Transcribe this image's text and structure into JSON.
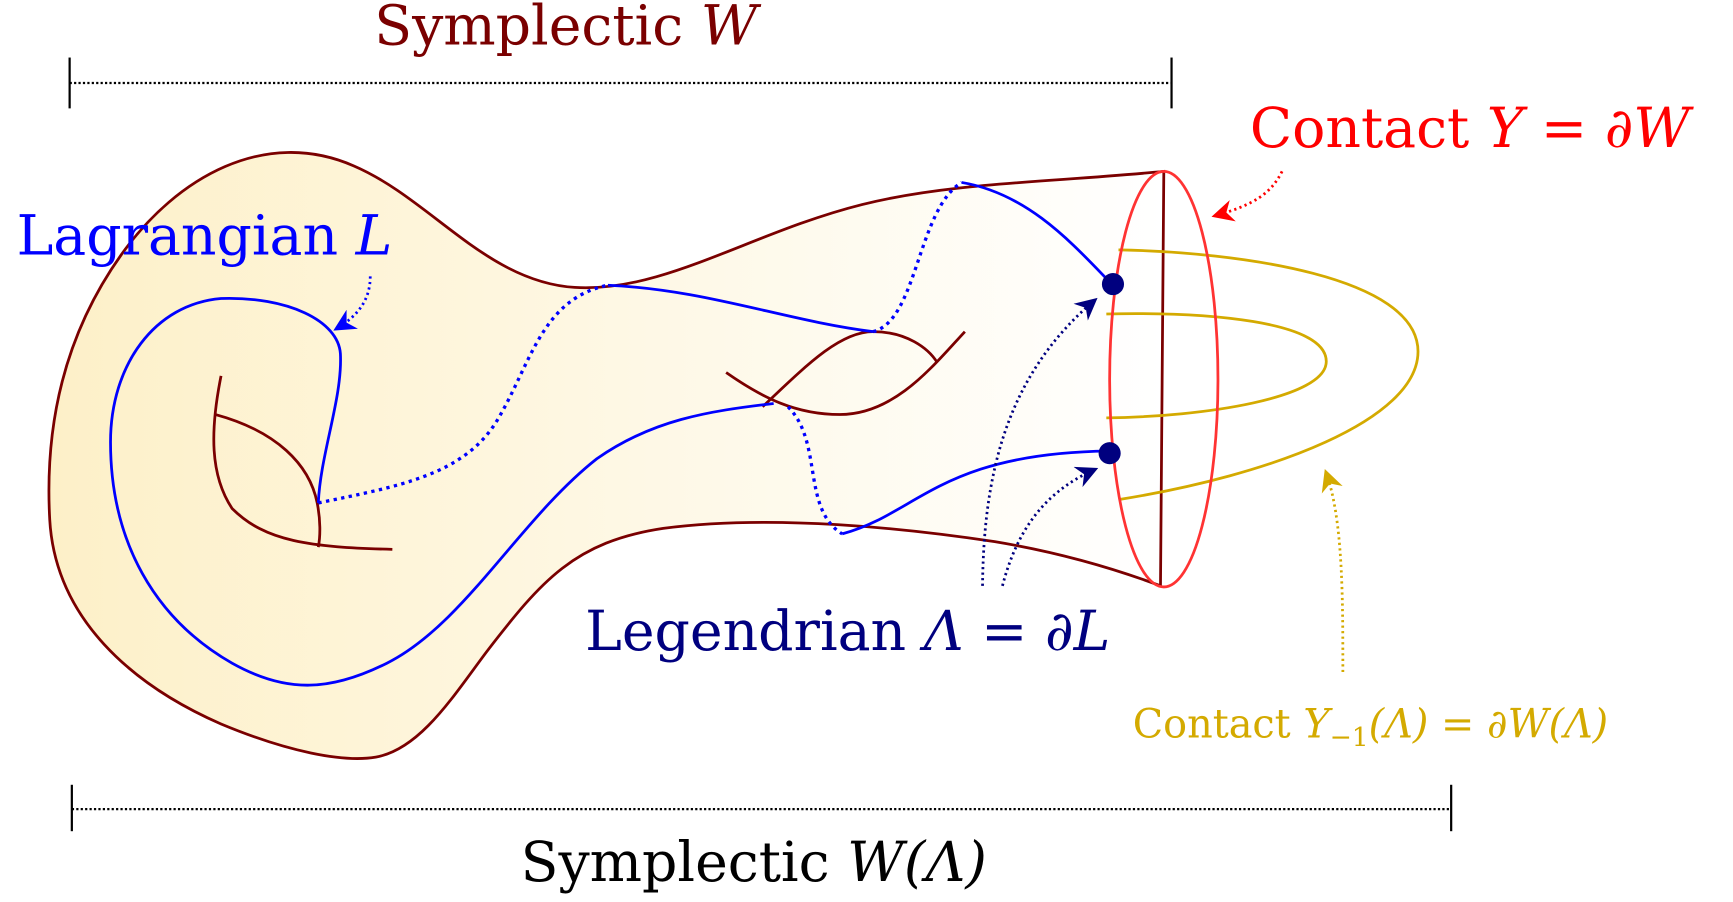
{
  "labels": {
    "symplectic_w": {
      "word": "Symplectic",
      "math": "W"
    },
    "contact_y": {
      "word": "Contact",
      "math": "Y = ∂W"
    },
    "lagrangian": {
      "word": "Lagrangian",
      "math": "L"
    },
    "legendrian": {
      "word": "Legendrian",
      "math": "Λ = ∂L"
    },
    "contact_y_lambda": {
      "word": "Contact",
      "math_pre": "Y",
      "subscript": "−1",
      "math_post": "(Λ) = ∂W(Λ)"
    },
    "symplectic_w_lambda": {
      "word": "Symplectic",
      "math": "W(Λ)"
    }
  },
  "colors": {
    "symplectic": "#7a0000",
    "contact": "#ff0000",
    "contact_ellipse": "#ff3333",
    "lagrangian": "#0000ff",
    "legendrian": "#00007f",
    "contact_lambda": "#d4aa00",
    "fill_left": "#fdf0c8",
    "fill_right": "#ffffff",
    "bracket": "#000000"
  }
}
